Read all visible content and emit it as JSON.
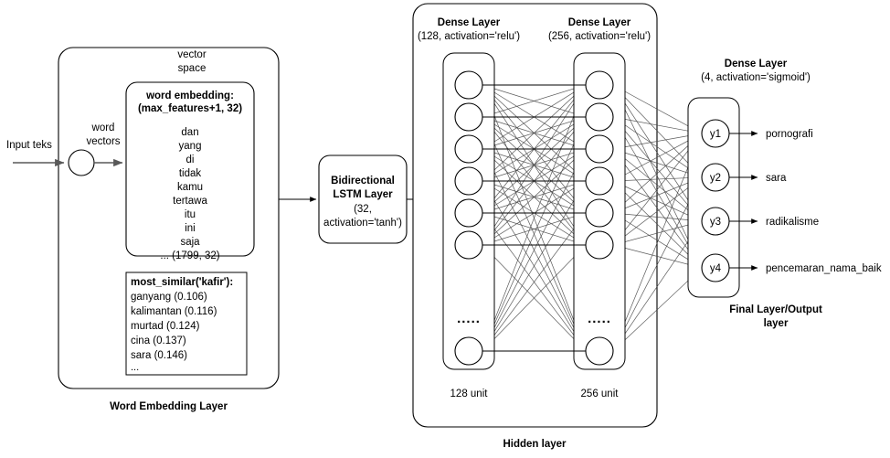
{
  "diagram": {
    "title_hidden_layer": "Hidden layer",
    "title_word_embedding_layer": "Word Embedding Layer",
    "title_final_layer": "Final Layer/Output layer",
    "final_layer_line1": "Final Layer/Output",
    "final_layer_line2": "layer"
  },
  "input": {
    "label": "Input teks",
    "word_vectors_line1": "word",
    "word_vectors_line2": "vectors"
  },
  "embedding": {
    "vector_space_line1": "vector",
    "vector_space_line2": "space",
    "title_line1": "word embedding:",
    "title_line2": "(max_features+1, 32)",
    "words": [
      "dan",
      "yang",
      "di",
      "tidak",
      "kamu",
      "tertawa",
      "itu",
      "ini",
      "saja",
      "... (1799, 32)"
    ],
    "most_similar_title": "most_similar('kafir'):",
    "most_similar_items": [
      "ganyang (0.106)",
      "kalimantan (0.116)",
      "murtad (0.124)",
      "cina (0.137)",
      "sara (0.146)",
      "..."
    ]
  },
  "lstm": {
    "line1": "Bidirectional",
    "line2": "LSTM Layer",
    "line3": "(32,",
    "line4": "activation='tanh')"
  },
  "dense1": {
    "title": "Dense Layer",
    "params": "(128, activation='relu')",
    "unit_label": "128 unit",
    "dots": ".....",
    "neuron_count_visible": 7
  },
  "dense2": {
    "title": "Dense Layer",
    "params": "(256, activation='relu')",
    "unit_label": "256 unit",
    "dots": ".....",
    "neuron_count_visible": 7
  },
  "dense3": {
    "title": "Dense Layer",
    "params": "(4, activation='sigmoid')",
    "neurons": [
      "y1",
      "y2",
      "y3",
      "y4"
    ]
  },
  "outputs": [
    "pornografi",
    "sara",
    "radikalisme",
    "pencemaran_nama_baik"
  ],
  "colors": {
    "stroke": "#000000",
    "flow": "#595959",
    "synapse": "#4d4d4d",
    "background": "#ffffff"
  }
}
